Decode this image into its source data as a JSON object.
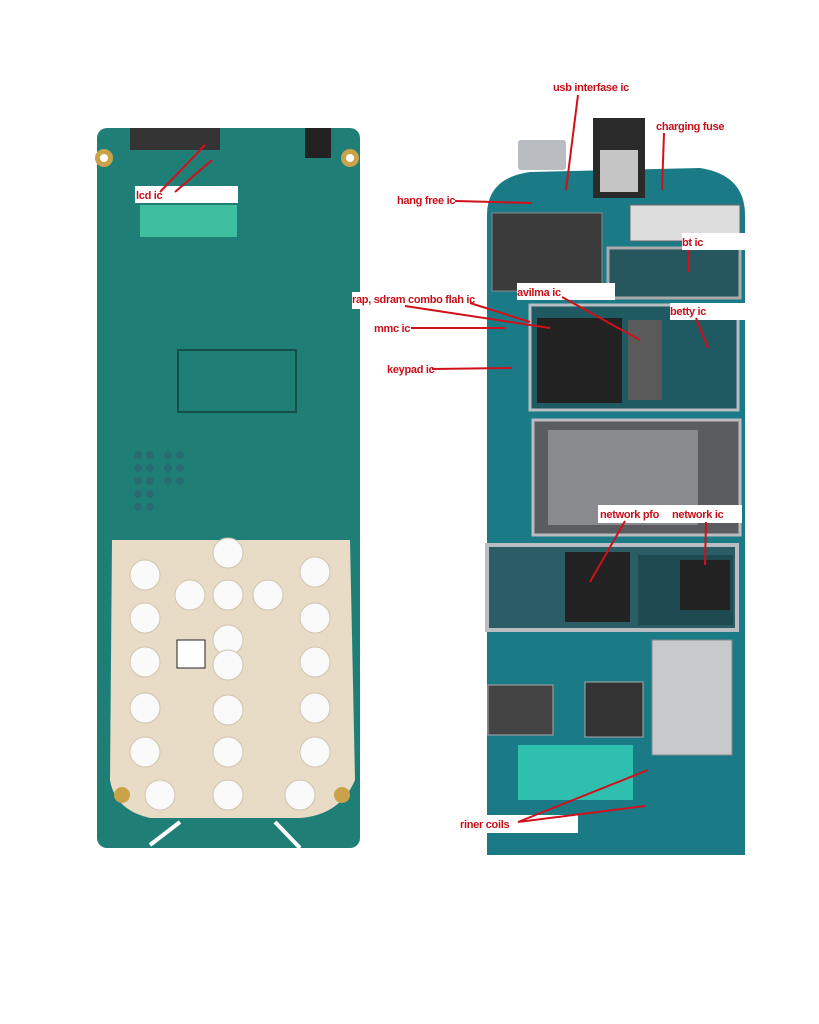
{
  "labels": {
    "usb_interface": "usb interfase ic",
    "charging_fuse": "charging fuse",
    "lcd": "lcd ic",
    "hang_free": "hang free ic",
    "bt": "bt ic",
    "avilma": "avilma ic",
    "rap_sdram": "rap, sdram",
    "combo_flash": "combo flah ic",
    "mmc": "mmc ic",
    "betty": "betty ic",
    "keypad": "keypad ic",
    "network_pfo": "network pfo",
    "network": "network ic",
    "riner_coils": "riner coils"
  },
  "colors": {
    "label_red": "#c8101a",
    "pcb_green": "#1f7f77",
    "pcb_blue_green": "#1a7a86",
    "keypad_beige": "#e8dcc6",
    "shield_silver": "#b9bcc0"
  }
}
